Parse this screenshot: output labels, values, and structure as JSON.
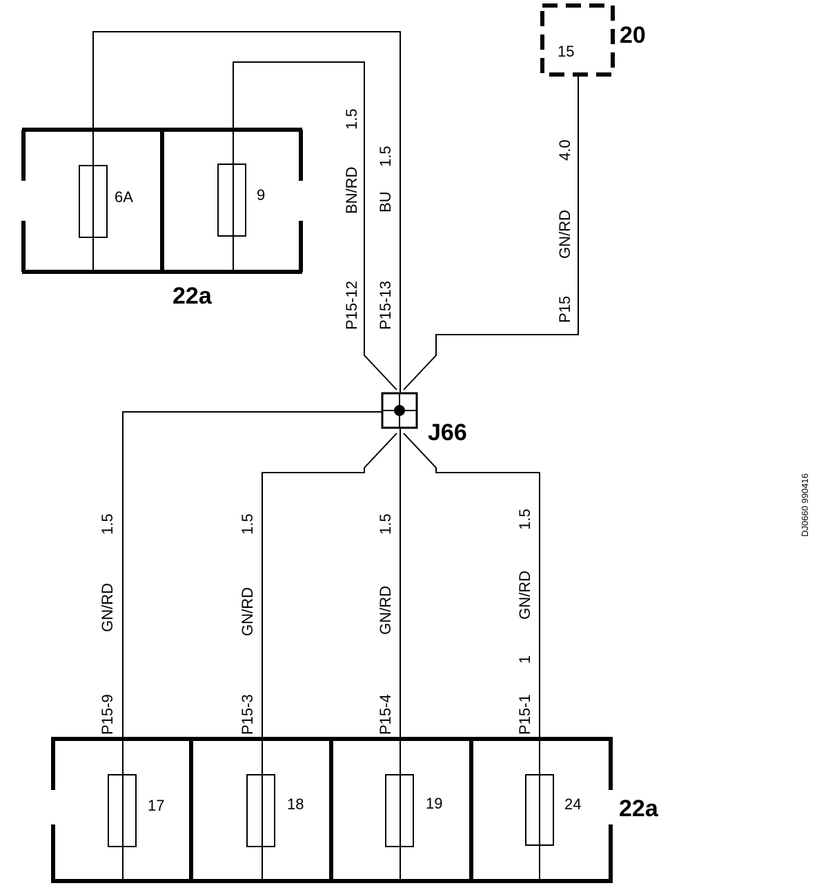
{
  "top_group": {
    "label": "22a",
    "fuses": [
      {
        "id": "6A"
      },
      {
        "id": "9"
      }
    ]
  },
  "bottom_group": {
    "label": "22a",
    "fuses": [
      {
        "id": "17"
      },
      {
        "id": "18"
      },
      {
        "id": "19"
      },
      {
        "id": "24"
      }
    ]
  },
  "component_20": {
    "label": "20",
    "pin": "15"
  },
  "junction": {
    "label": "J66"
  },
  "wires": {
    "p15_12": {
      "color": "BN/RD",
      "size": "1.5",
      "pin": "P15-12"
    },
    "p15_13": {
      "color": "BU",
      "size": "1.5",
      "pin": "P15-13"
    },
    "p15": {
      "color": "GN/RD",
      "size": "4.0",
      "pin": "P15"
    },
    "p15_9": {
      "color": "GN/RD",
      "size": "1.5",
      "pin": "P15-9"
    },
    "p15_3": {
      "color": "GN/RD",
      "size": "1.5",
      "pin": "P15-3"
    },
    "p15_4": {
      "color": "GN/RD",
      "size": "1.5",
      "pin": "P15-4"
    },
    "p15_1": {
      "color": "GN/RD",
      "size": "1.5",
      "extra": "1",
      "pin": "P15-1"
    }
  },
  "doc_id": "DJ0660 990416"
}
